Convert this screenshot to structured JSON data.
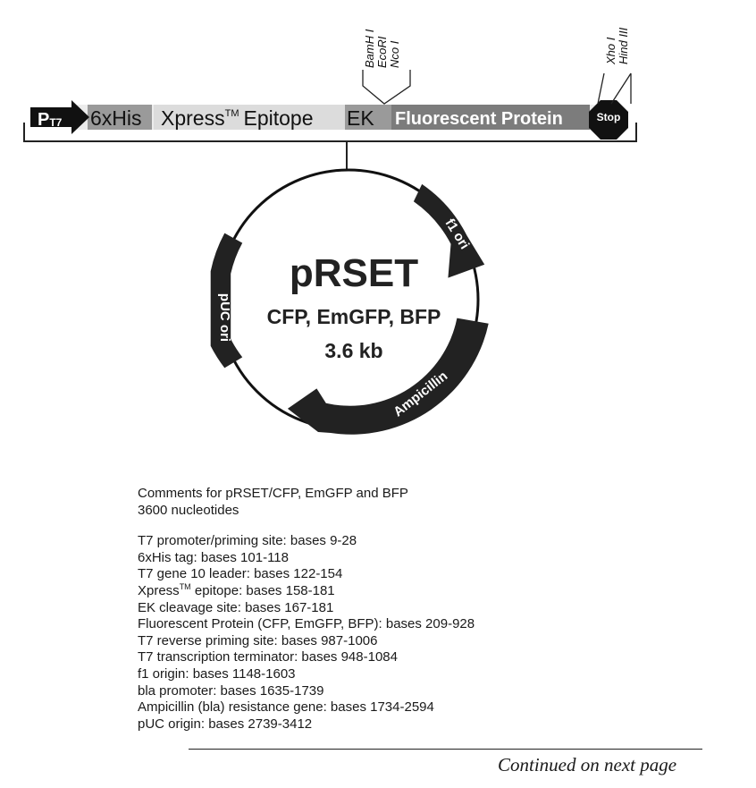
{
  "cassette": {
    "promoter_main": "P",
    "promoter_sub": "T7",
    "his_tag": "6xHis",
    "xpress_prefix": "Xpress",
    "xpress_tm": "TM",
    "xpress_suffix": "Epitope",
    "ek": "EK",
    "fluorescent": "Fluorescent Protein",
    "stop": "Stop",
    "sites_left": [
      "BamH I",
      "EcoRI",
      "Nco I"
    ],
    "sites_right": [
      "Xho I",
      "Hind III"
    ]
  },
  "plasmid": {
    "name": "pRSET",
    "variants": "CFP, EmGFP, BFP",
    "size": "3.6 kb",
    "features": {
      "f1_ori": "f1 ori",
      "ampicillin": "Ampicillin",
      "puc_ori": "pUC ori"
    }
  },
  "comments": {
    "title": "Comments for pRSET/CFP, EmGFP and BFP",
    "length": "3600 nucleotides",
    "items": [
      "T7 promoter/priming site: bases 9-28",
      "6xHis tag: bases 101-118",
      "T7 gene 10 leader: bases 122-154",
      "Xpress™ epitope: bases 158-181",
      "EK cleavage site: bases 167-181",
      "Fluorescent Protein (CFP, EmGFP, BFP): bases 209-928",
      "T7 reverse priming site: bases 987-1006",
      "T7 transcription terminator: bases 948-1084",
      "f1 origin: bases 1148-1603",
      "bla promoter: bases 1635-1739",
      "Ampicillin (bla) resistance gene: bases 1734-2594",
      "pUC origin: bases 2739-3412"
    ]
  },
  "footer": {
    "continued": "Continued on next page"
  }
}
